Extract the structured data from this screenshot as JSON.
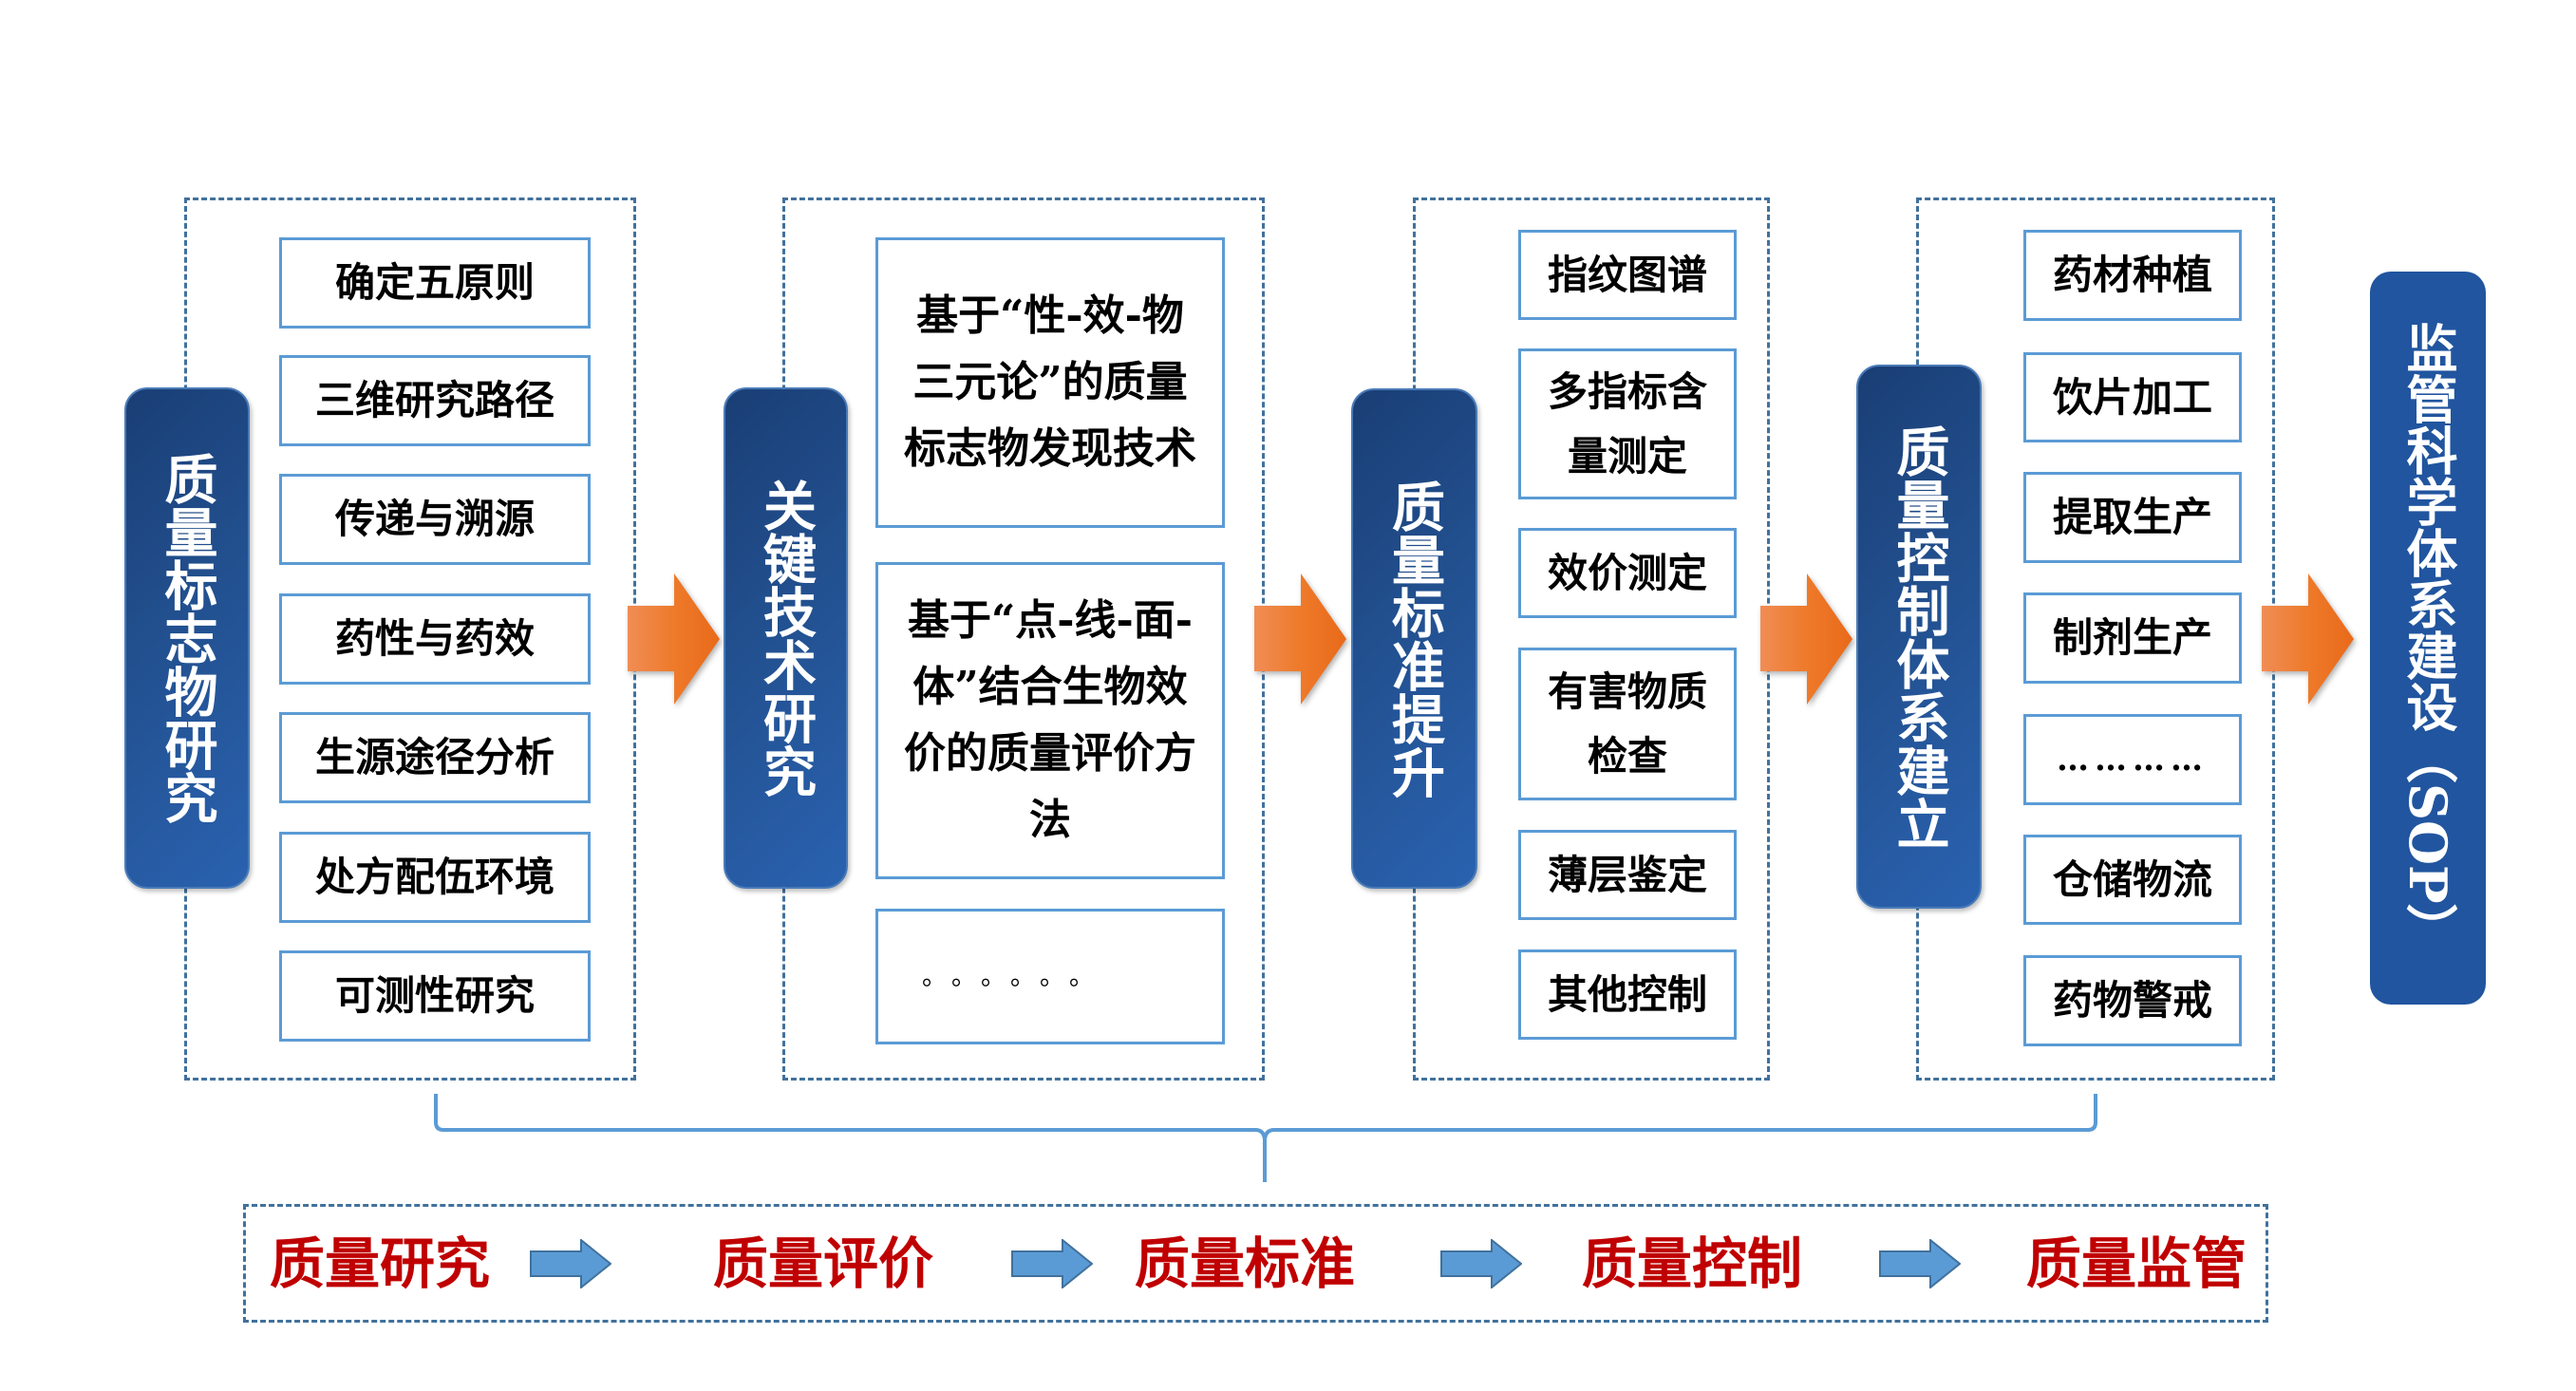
{
  "columns": [
    {
      "header": "质量标志物研究",
      "items": [
        "确定五原则",
        "三维研究路径",
        "传递与溯源",
        "药性与药效",
        "生源途径分析",
        "处方配伍环境",
        "可测性研究"
      ]
    },
    {
      "header": "关键技术研究",
      "items": [
        "基于“性-效-物三元论”的质量标志物发现技术",
        "基于“点-线-面-体”结合生物效价的质量评价方法",
        "。。。。。。"
      ]
    },
    {
      "header": "质量标准提升",
      "items": [
        "指纹图谱",
        "多指标含量测定",
        "效价测定",
        "有害物质检查",
        "薄层鉴定",
        "其他控制"
      ]
    },
    {
      "header": "质量控制体系建立",
      "items": [
        "药材种植",
        "饮片加工",
        "提取生产",
        "制剂生产",
        "…………",
        "仓储物流",
        "药物警戒"
      ]
    }
  ],
  "final": {
    "label": "监管科学体系建设（SOP）"
  },
  "process": {
    "stages": [
      "质量研究",
      "质量评价",
      "质量标准",
      "质量控制",
      "质量监管"
    ]
  },
  "colors": {
    "header_dark": "#1A3E75",
    "header_light": "#2A62B0",
    "item_border": "#5B9BD5",
    "dash_border": "#41719C",
    "arrow_orange": "#EE7620",
    "stage_red": "#C00000",
    "small_arrow_blue": "#5B9BD5"
  }
}
